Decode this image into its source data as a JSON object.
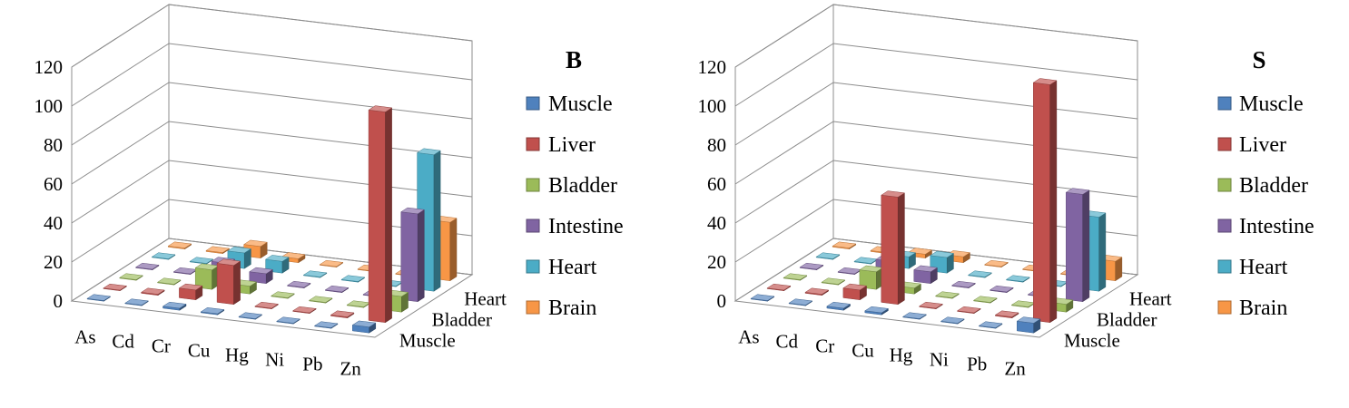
{
  "chart_data": [
    {
      "type": "bar",
      "title": "B",
      "categories": [
        "As",
        "Cd",
        "Cr",
        "Cu",
        "Hg",
        "Ni",
        "Pb",
        "Zn"
      ],
      "depth_labels": [
        "Muscle",
        "Bladder",
        "Heart"
      ],
      "yticks": [
        "0",
        "20",
        "40",
        "60",
        "80",
        "100",
        "120"
      ],
      "ylim": [
        0,
        120
      ],
      "series": [
        {
          "name": "Muscle",
          "color": "#4F81BD",
          "values": [
            0.3,
            0.3,
            1.0,
            0.5,
            0.3,
            0.3,
            0.3,
            3.0
          ]
        },
        {
          "name": "Liver",
          "color": "#C0504D",
          "values": [
            0.3,
            0.5,
            5.0,
            20.0,
            0.3,
            0.3,
            0.5,
            108.0
          ]
        },
        {
          "name": "Bladder",
          "color": "#9BBB59",
          "values": [
            0.3,
            0.3,
            10.0,
            4.0,
            0.3,
            0.3,
            0.3,
            8.0
          ]
        },
        {
          "name": "Intestine",
          "color": "#8064A2",
          "values": [
            0.3,
            0.3,
            8.0,
            5.0,
            0.3,
            0.3,
            0.3,
            45.0
          ]
        },
        {
          "name": "Heart",
          "color": "#4BACC6",
          "values": [
            0.3,
            0.3,
            8.0,
            6.0,
            0.3,
            0.3,
            0.3,
            70.0
          ]
        },
        {
          "name": "Brain",
          "color": "#F79646",
          "values": [
            0.5,
            0.5,
            6.0,
            2.0,
            0.3,
            0.3,
            0.3,
            30.0
          ]
        }
      ]
    },
    {
      "type": "bar",
      "title": "S",
      "categories": [
        "As",
        "Cd",
        "Cr",
        "Cu",
        "Hg",
        "Ni",
        "Pb",
        "Zn"
      ],
      "depth_labels": [
        "Muscle",
        "Bladder",
        "Heart"
      ],
      "yticks": [
        "0",
        "20",
        "40",
        "60",
        "80",
        "100",
        "120"
      ],
      "ylim": [
        0,
        120
      ],
      "series": [
        {
          "name": "Muscle",
          "color": "#4F81BD",
          "values": [
            0.3,
            0.3,
            1.0,
            1.0,
            0.3,
            0.3,
            0.3,
            5.0
          ]
        },
        {
          "name": "Liver",
          "color": "#C0504D",
          "values": [
            0.3,
            0.5,
            5.0,
            55.0,
            0.3,
            0.3,
            0.5,
            122.0
          ]
        },
        {
          "name": "Bladder",
          "color": "#9BBB59",
          "values": [
            0.3,
            0.3,
            9.0,
            3.0,
            0.3,
            0.3,
            0.3,
            4.0
          ]
        },
        {
          "name": "Intestine",
          "color": "#8064A2",
          "values": [
            0.3,
            0.3,
            9.0,
            6.0,
            0.3,
            0.3,
            0.3,
            55.0
          ]
        },
        {
          "name": "Heart",
          "color": "#4BACC6",
          "values": [
            0.3,
            0.3,
            6.0,
            8.0,
            0.3,
            0.3,
            0.3,
            38.0
          ]
        },
        {
          "name": "Brain",
          "color": "#F79646",
          "values": [
            0.5,
            0.5,
            2.0,
            3.0,
            0.3,
            0.3,
            0.3,
            10.0
          ]
        }
      ]
    }
  ]
}
